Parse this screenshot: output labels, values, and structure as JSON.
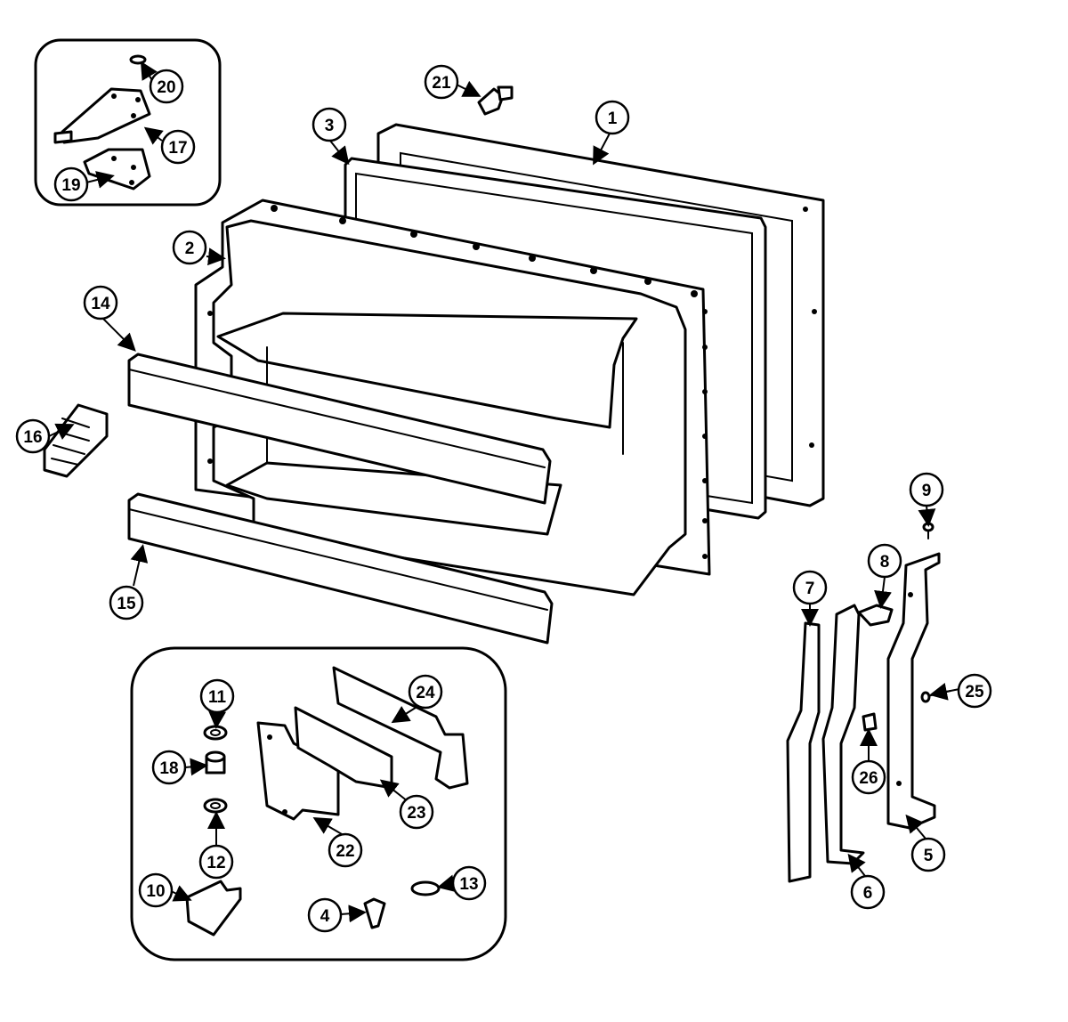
{
  "callouts": [
    "1",
    "2",
    "3",
    "4",
    "5",
    "6",
    "7",
    "8",
    "9",
    "10",
    "11",
    "12",
    "13",
    "14",
    "15",
    "16",
    "17",
    "18",
    "19",
    "20",
    "21",
    "22",
    "23",
    "24",
    "25",
    "26"
  ],
  "colors": {
    "line": "#000000",
    "background": "#ffffff"
  }
}
